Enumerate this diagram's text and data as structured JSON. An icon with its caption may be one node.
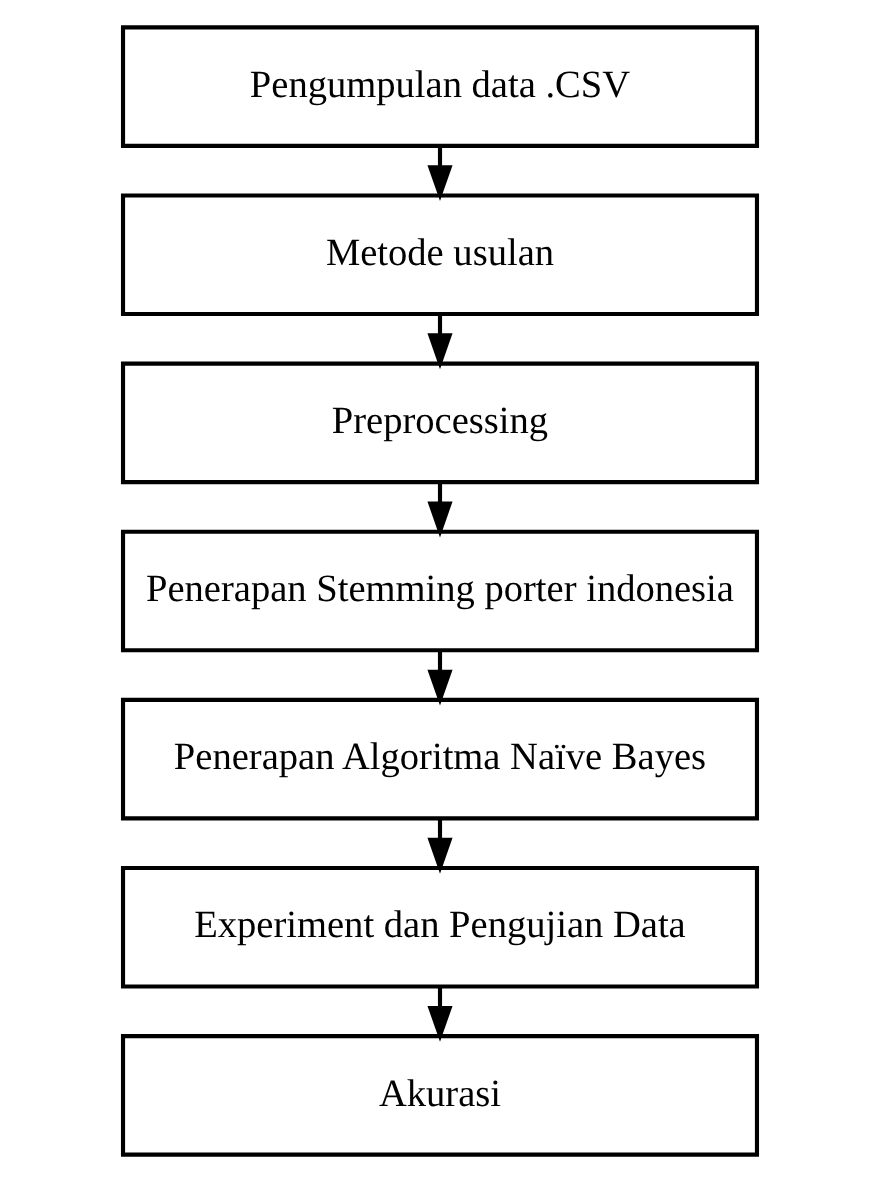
{
  "diagram": {
    "nodes": [
      {
        "text": [
          "Pengumpulan data .CSV"
        ]
      },
      {
        "text": [
          "Metode usulan"
        ]
      },
      {
        "text": [
          "Preprocessing"
        ]
      },
      {
        "text": [
          "Penerapan Stemming porter indonesia"
        ]
      },
      {
        "text": [
          "Penerapan Algoritma Naïve Bayes"
        ]
      },
      {
        "text": [
          "Experiment dan Pengujian Data"
        ]
      },
      {
        "text": [
          "Akurasi"
        ]
      }
    ],
    "edges": [
      {
        "from": 0,
        "to": 1,
        "arrow": "to"
      },
      {
        "from": 1,
        "to": 2,
        "arrow": "to"
      },
      {
        "from": 2,
        "to": 3,
        "arrow": "to"
      },
      {
        "from": 3,
        "to": 4,
        "arrow": "to"
      },
      {
        "from": 4,
        "to": 5,
        "arrow": "to"
      },
      {
        "from": 5,
        "to": 6,
        "arrow": "to"
      }
    ]
  }
}
